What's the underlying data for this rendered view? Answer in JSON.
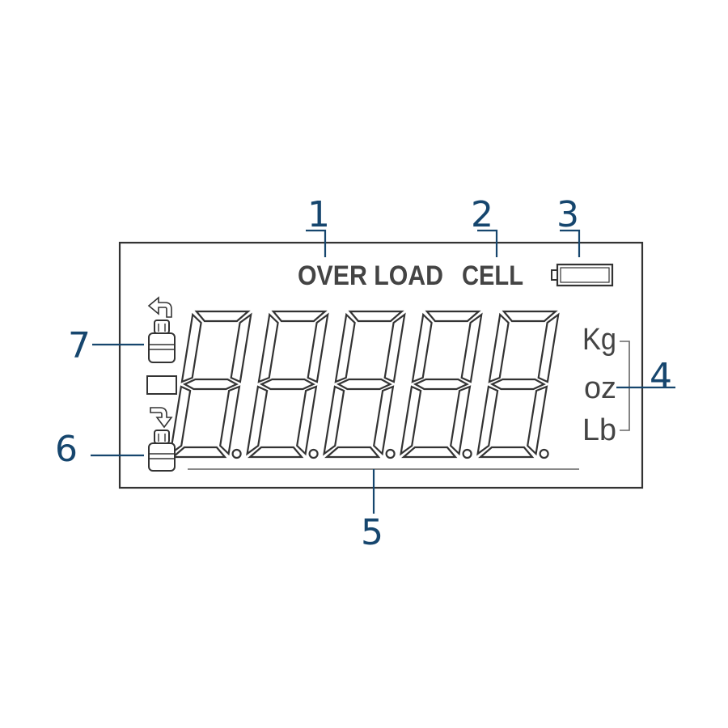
{
  "display": {
    "overload_label": "OVER LOAD",
    "cell_label": "CELL",
    "units": [
      "Kg",
      "oz",
      "Lb"
    ],
    "digit_count": 5
  },
  "callouts": {
    "n1": "1",
    "n2": "2",
    "n3": "3",
    "n4": "4",
    "n5": "5",
    "n6": "6",
    "n7": "7"
  },
  "icons": {
    "battery": "battery-icon",
    "weight_up": "weight-up-arrow-icon",
    "weight_down": "weight-down-arrow-icon",
    "square": "square-indicator-icon"
  }
}
